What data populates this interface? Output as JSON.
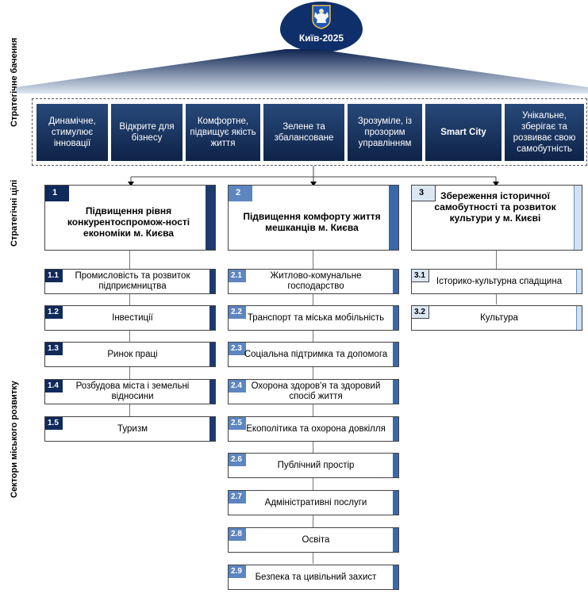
{
  "emblem": {
    "label": "Київ-2025"
  },
  "side_labels": {
    "vision": "Стратегічне бачення",
    "goals": "Стратегічні цілі",
    "sectors": "Сектори міського розвитку"
  },
  "vision": [
    "Динамічне, стимулює інновації",
    "Відкрите для бізнесу",
    "Комфортне, підвищує якість життя",
    "Зелене та збалансоване",
    "Зрозуміле, із прозорим управлінням",
    "Smart City",
    "Унікальне, зберігає та розвиває свою самобутність"
  ],
  "goals": [
    {
      "num": "1",
      "title": "Підвищення рівня конкурентоспромож-ності економіки м. Києва"
    },
    {
      "num": "2",
      "title": "Підвищення комфорту життя мешканців м. Києва"
    },
    {
      "num": "3",
      "title": "Збереження історичної самобутності та розвиток культури у м. Києві"
    }
  ],
  "sectors": {
    "g1": [
      {
        "num": "1.1",
        "label": "Промисловість та розвиток підприємництва"
      },
      {
        "num": "1.2",
        "label": "Інвестиції"
      },
      {
        "num": "1.3",
        "label": "Ринок праці"
      },
      {
        "num": "1.4",
        "label": "Розбудова міста і земельні відносини"
      },
      {
        "num": "1.5",
        "label": "Туризм"
      }
    ],
    "g2": [
      {
        "num": "2.1",
        "label": "Житлово-комунальне господарство"
      },
      {
        "num": "2.2",
        "label": "Транспорт та міська мобільність"
      },
      {
        "num": "2.3",
        "label": "Соціальна підтримка та допомога"
      },
      {
        "num": "2.4",
        "label": "Охорона здоров'я та здоровий спосіб життя"
      },
      {
        "num": "2.5",
        "label": "Екополітика та охорона довкілля"
      },
      {
        "num": "2.6",
        "label": "Публічний простір"
      },
      {
        "num": "2.7",
        "label": "Адміністративні послуги"
      },
      {
        "num": "2.8",
        "label": "Освіта"
      },
      {
        "num": "2.9",
        "label": "Безпека та цивільний захист"
      }
    ],
    "g3": [
      {
        "num": "3.1",
        "label": "Історико-культурна спадщина"
      },
      {
        "num": "3.2",
        "label": "Культура"
      }
    ]
  }
}
